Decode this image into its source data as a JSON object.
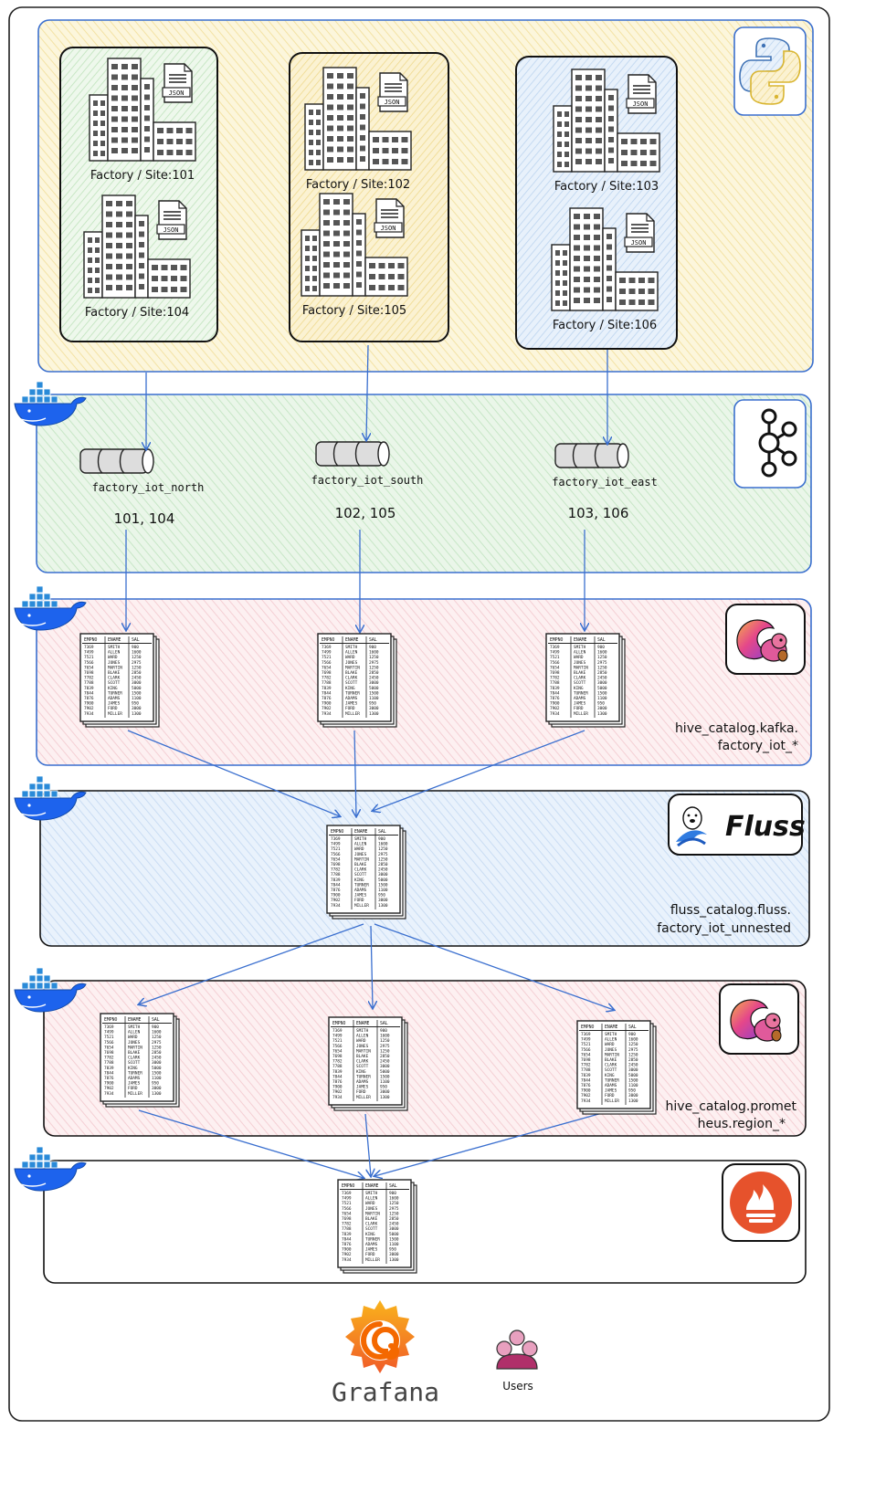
{
  "factories": {
    "north": [
      "Factory / Site:101",
      "Factory / Site:104"
    ],
    "south": [
      "Factory / Site:102",
      "Factory / Site:105"
    ],
    "east": [
      "Factory / Site:103",
      "Factory / Site:106"
    ]
  },
  "doc_icon_label": "JSON",
  "topics": [
    {
      "name": "factory_iot_north",
      "sites": "101, 104"
    },
    {
      "name": "factory_iot_south",
      "sites": "102, 105"
    },
    {
      "name": "factory_iot_east",
      "sites": "103, 106"
    }
  ],
  "layers": {
    "flink_kafka_label_1": "hive_catalog.kafka.",
    "flink_kafka_label_2": "factory_iot_*",
    "fluss_logo_text": "Fluss",
    "fluss_label_1": "fluss_catalog.fluss.",
    "fluss_label_2": "factory_iot_unnested",
    "flink_prom_label_1": "hive_catalog.promet",
    "flink_prom_label_2": "heus.region_*"
  },
  "table_sheet": {
    "headers": [
      "EMPNO",
      "ENAME",
      "SAL"
    ],
    "empno": [
      "7369",
      "7499",
      "7521",
      "7566",
      "7654",
      "7698",
      "7782",
      "7788",
      "7839",
      "7844",
      "7876",
      "7900",
      "7902",
      "7934"
    ],
    "ename": [
      "SMITH",
      "ALLEN",
      "WARD",
      "JONES",
      "MARTIN",
      "BLAKE",
      "CLARK",
      "SCOTT",
      "KING",
      "TURNER",
      "ADAMS",
      "JAMES",
      "FORD",
      "MILLER"
    ],
    "sal": [
      "900",
      "1600",
      "1250",
      "2975",
      "1250",
      "2850",
      "2450",
      "3000",
      "5000",
      "1500",
      "1100",
      "950",
      "3000",
      "1300"
    ]
  },
  "bottom": {
    "grafana_label": "Grafana",
    "users_label": "Users"
  },
  "colors": {
    "blue_outline": "#3a6fcf",
    "arrow": "#3a6fcf",
    "yellow_fill": "#fbf1cc",
    "green_fill": "#dff3df",
    "pink_fill": "#fbe3e6",
    "blue_fill": "#dcebfb",
    "grafana_orange": "#f46800",
    "prometheus_red": "#e6522c",
    "users_magenta": "#b0306a"
  }
}
